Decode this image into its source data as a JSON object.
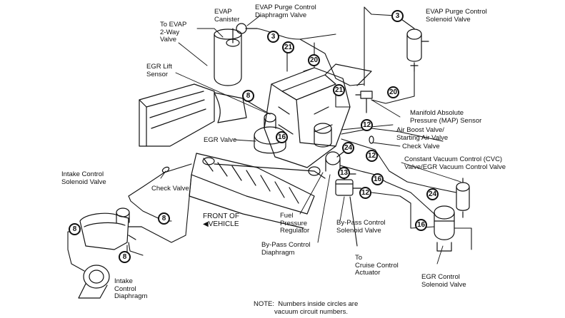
{
  "labels": {
    "evap_canister": "EVAP\nCanister",
    "evap_purge_diaphragm": "EVAP Purge Control\nDiaphragm Valve",
    "evap_purge_solenoid": "EVAP Purge Control\nSolenoid Valve",
    "evap_2way": "To EVAP\n2-Way\nValve",
    "egr_lift": "EGR Lift\nSensor",
    "map_sensor": "Manifold Absolute\nPressure (MAP) Sensor",
    "air_boost": "Air Boost Valve/\nStarting Air Valve",
    "check_valve_right": "Check Valve",
    "egr_valve": "EGR Valve",
    "cvc": "Constant Vacuum Control (CVC)\nValve/EGR Vacuum Control Valve",
    "intake_solenoid": "Intake Control\nSolenoid Valve",
    "check_valve_left": "Check Valve",
    "fuel_regulator": "Fuel\nPressure\nRegulator",
    "bypass_solenoid": "By-Pass Control\nSolenoid Valve",
    "bypass_diaphragm": "By-Pass Control\nDiaphragm",
    "cruise": "To\nCruise Control\nActuator",
    "egr_solenoid": "EGR Control\nSolenoid Valve",
    "intake_diaphragm": "Intake\nControl\nDiaphragm",
    "front": "FRONT OF\n◀VEHICLE"
  },
  "circuits": {
    "c3a": "3",
    "c3b": "3",
    "c21a": "21",
    "c21b": "21",
    "c20a": "20",
    "c20b": "20",
    "c8a": "8",
    "c16a": "16",
    "c12a": "12",
    "c12b": "12",
    "c12c": "12",
    "c24a": "24",
    "c13": "13",
    "c16b": "16",
    "c24b": "24",
    "c16c": "16",
    "c8b": "8",
    "c8c": "8",
    "c8d": "8"
  },
  "note": "NOTE:  Numbers inside circles are\n           vacuum circuit numbers."
}
